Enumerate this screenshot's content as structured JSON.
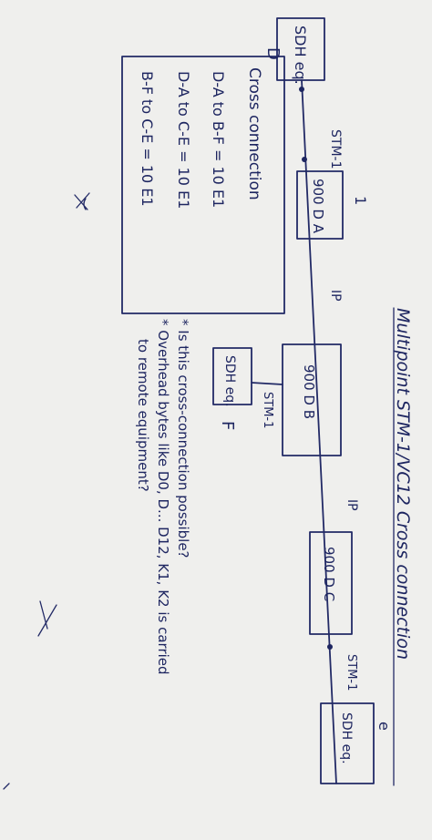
{
  "title": "Multipoint STM-1/VC12 Cross connection",
  "nodes": {
    "sdh_d": {
      "box": "SDH eq.",
      "letter": "D"
    },
    "node_a": {
      "box": "900 D A",
      "tag": "1"
    },
    "node_b": {
      "box": "900 D B"
    },
    "node_c": {
      "box": "900 D C"
    },
    "sdh_e": {
      "box": "SDH eq.",
      "letter": "e"
    },
    "sdh_f": {
      "box": "SDH eq.",
      "letter": "F"
    }
  },
  "links": {
    "d_a": "STM-1",
    "a_b": "IP",
    "b_c": "IP",
    "c_e": "STM-1",
    "b_f": "STM-1"
  },
  "cross_connection": {
    "heading": "Cross connection",
    "lines": [
      "D-A to B-F = 10 E1",
      "D-A to C-E = 10 E1",
      "B-F to C-E = 10 E1"
    ]
  },
  "questions": [
    "* Is this cross-connection possible?",
    "* Overhead bytes like D0, D... D12, K1, K2 is carried",
    "to remote equipment?"
  ],
  "colors": {
    "ink": "#222a66",
    "paper": "#efefed"
  }
}
